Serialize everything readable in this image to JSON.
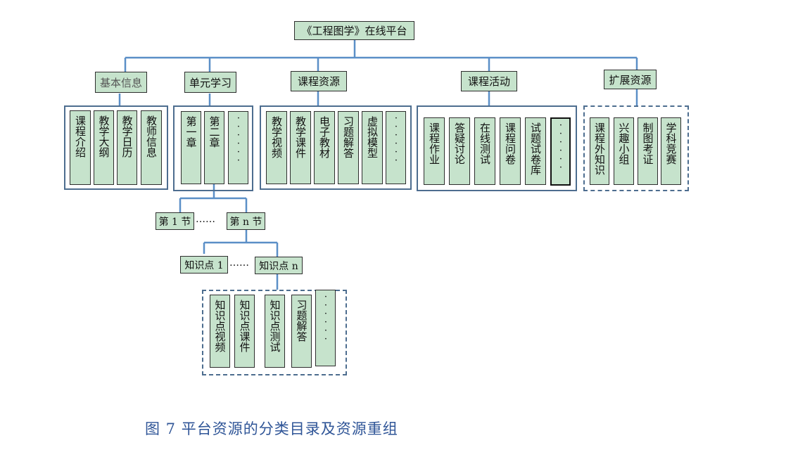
{
  "root": "《工程图学》在线平台",
  "colors": {
    "node_fill": "#c6e3cc",
    "connector": "#5b8fc7",
    "group_border": "#4d6d8f",
    "caption": "#2f5597"
  },
  "categories": [
    {
      "label": "基本信息",
      "items": [
        "课程介绍",
        "教学大纲",
        "教学日历",
        "教师信息"
      ]
    },
    {
      "label": "单元学习",
      "items": [
        "第一章",
        "第二章",
        "······"
      ]
    },
    {
      "label": "课程资源",
      "items": [
        "教学视频",
        "教学课件",
        "电子教材",
        "习题解答",
        "虚拟模型",
        "······"
      ]
    },
    {
      "label": "课程活动",
      "items": [
        "课程作业",
        "答疑讨论",
        "在线测试",
        "课程问卷",
        "试题试卷库",
        "······"
      ]
    },
    {
      "label": "扩展资源",
      "items": [
        "课程外知识",
        "兴趣小组",
        "制图考证",
        "学科竞赛"
      ]
    }
  ],
  "sections": {
    "first": "第 1 节",
    "last": "第 n 节",
    "ellipsis": "……"
  },
  "knowledge_points": {
    "first": "知识点 1",
    "last": "知识点 n",
    "ellipsis": "……"
  },
  "point_resources": [
    "知识点视频",
    "知识点课件",
    "知识点测试",
    "习题解答",
    "······"
  ],
  "caption": "图 7 平台资源的分类目录及资源重组"
}
